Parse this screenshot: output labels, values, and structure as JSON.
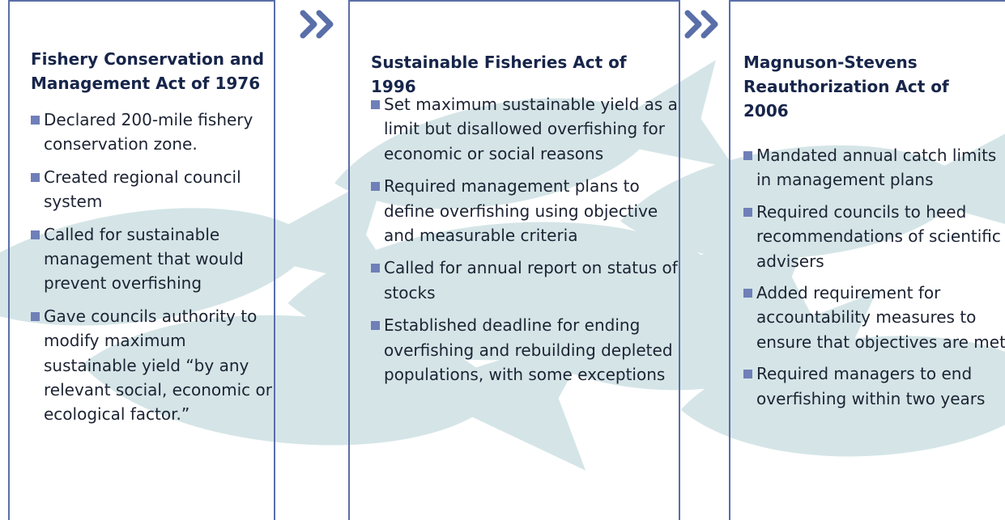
{
  "colors": {
    "border": "#5a6ea8",
    "title_text": "#17254a",
    "body_text": "#1c2333",
    "bullet_marker": "#6f7fb8",
    "arrow": "#5a6ea8",
    "fish": "#d5e5e7"
  },
  "icons": {
    "arrow": "double-chevron-right-icon",
    "marker": "square-bullet-icon",
    "background": "fish-silhouette"
  },
  "panels": [
    {
      "title": "Fishery Conservation and Management Act of 1976",
      "items": [
        "Declared 200-mile fishery conservation zone.",
        "Created regional council system",
        "Called for sustainable management that would prevent overfishing",
        "Gave councils authority to modify maximum sustainable yield “by any relevant social, economic or ecological factor.”"
      ]
    },
    {
      "title": "Sustainable Fisheries Act of 1996",
      "items": [
        "Set maximum sustainable yield as a limit but disallowed overfishing for economic or social reasons",
        "Required management plans to define overfishing using objective and measurable criteria",
        "Called for annual report on status of stocks",
        "Established deadline for ending overfishing and rebuilding depleted populations, with some exceptions"
      ]
    },
    {
      "title": "Magnuson-Stevens Reauthorization Act of 2006",
      "items": [
        "Mandated annual catch limits in management plans",
        "Required councils to heed recommendations of scientific advisers",
        "Added requirement for accountability measures to ensure that objectives are met",
        "Required managers to end overfishing within two years"
      ]
    }
  ]
}
